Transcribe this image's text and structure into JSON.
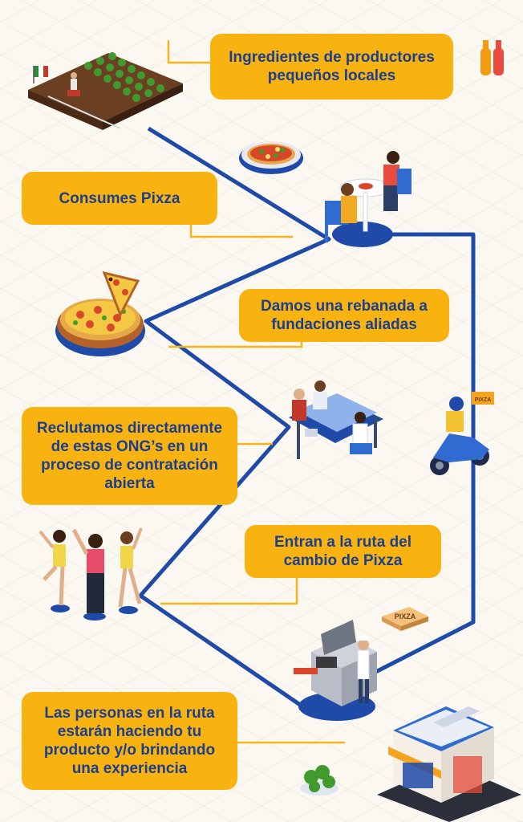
{
  "steps": [
    {
      "id": "ingredients",
      "text": "Ingredientes de productores pequeños locales"
    },
    {
      "id": "consume",
      "text": "Consumes Pixza"
    },
    {
      "id": "donate",
      "text": "Damos una rebanada a fundaciones aliadas"
    },
    {
      "id": "recruit",
      "text": "Reclutamos directamente de estas ONG’s en un proceso de contratación abierta"
    },
    {
      "id": "route",
      "text": "Entran a la ruta del cambio de Pixza"
    },
    {
      "id": "people",
      "text": "Las personas en la ruta estarán haciendo tu producto y/o brindando una experiencia"
    }
  ],
  "logos": {
    "box_label": "PIXZA",
    "scooter_label": "PIXZA"
  },
  "colors": {
    "card": "#f9b311",
    "card_text": "#1b3e8f",
    "route_line": "#1f4aa8",
    "leader_line": "#f4b41a"
  }
}
